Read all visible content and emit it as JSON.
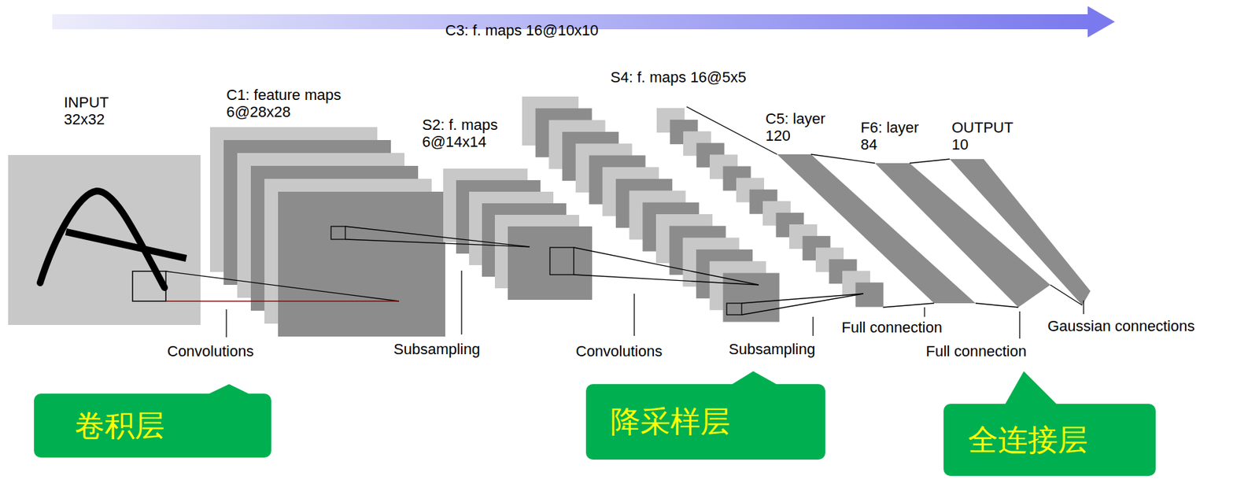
{
  "diagram": {
    "nodes": [
      {
        "text": [
          "卷积层"
        ]
      },
      {
        "text": [
          "降采样层"
        ]
      },
      {
        "text": [
          "全连接层"
        ]
      }
    ],
    "labels": [
      "INPUT 32x32",
      "C1: feature maps 6@28x28",
      "C3: f. maps 16@10x10",
      "S2: f. maps 6@14x14",
      "S4: f. maps 16@5x5",
      "C5: layer 120",
      "F6: layer 84",
      "OUTPUT 10",
      "Convolutions",
      "Subsampling",
      "Convolutions",
      "Subsampling",
      "Full connection",
      "Gaussian connections",
      "Full connection"
    ]
  }
}
